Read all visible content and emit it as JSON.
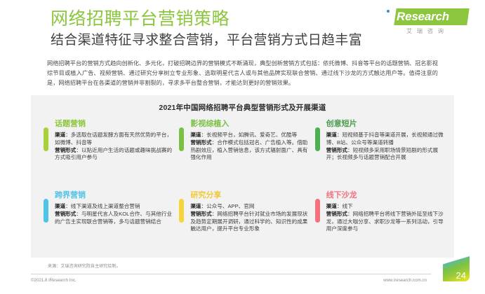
{
  "header": {
    "title": "网络招聘平台营销策略",
    "subtitle": "结合渠道特征寻求整合营销，平台营销方式日趋丰富",
    "title_color": "#8CC63E",
    "subtitle_color": "#3F3F3F"
  },
  "logo": {
    "mark_i": "i",
    "name": "Research",
    "chinese": "艾瑞咨询",
    "brand_color": "#8CC63E",
    "dot_color": "#3E8DC6"
  },
  "intro": {
    "paragraph": "网络招聘平台的营销方式趋向创新化、多元化，打破招聘边界的营销模式不断涌现，典型创新营销方式包括：依托微博、抖音等平台的话题营销、冠名影视综节目或植入广告、视频营销、通过研究分享树立专业形象、选取明星代言人或与其他品牌实现联合营销、通过线下沙龙的方式触达用户等。值得注意的是，网络招聘平台在各渠道的营销并非割裂的，寻求多平台整合营销，才能达到更好的营销效果。"
  },
  "chart_data": {
    "type": "table",
    "title": "2021年中国网络招聘平台典型营销形式及开展渠道",
    "categories": [
      "话题营销",
      "影视综植入",
      "创意短片",
      "跨界营销",
      "研究分享",
      "线下沙龙"
    ],
    "columns": [
      "渠道",
      "营销形式"
    ],
    "rows": [
      {
        "name": "话题营销",
        "accent": "#A8D037",
        "title_color": "#8CC63E",
        "channel_label": "渠道",
        "channel": "多选取在话题发酵方面有天然优势的平台，如微博、抖音等",
        "form_label": "营销形式",
        "form": "以贴近用户生活的话题或趣味挑战赛的方式吸引用户参与"
      },
      {
        "name": "影视综植入",
        "accent": "#7BC043",
        "title_color": "#7BC043",
        "channel_label": "渠道",
        "channel": "长视频平台，如腾讯、爱奇艺、优酷等",
        "form_label": "营销形式",
        "form": "合作模式包括冠名、广告植入等。借助热剧效应，植入营销信息，该方式辐射面广、具有强化作用"
      },
      {
        "name": "创意短片",
        "accent": "#4CAF50",
        "title_color": "#4A9C4E",
        "channel_label": "渠道",
        "channel": "短视频基于抖音等渠道开展，长视频通过微博、B站、公众号等渠道转播",
        "form_label": "营销形式",
        "form": "短视频多采用职场情景短剧的形式展开；长视频多与话题营销配合开展"
      },
      {
        "name": "跨界营销",
        "accent": "#4FC3E8",
        "title_color": "#4FC3E8",
        "channel_label": "渠道",
        "channel": "线下渠道及线上渠道整合营销",
        "form_label": "营销形式",
        "form": "与明星代言人及KOL合作、与其他行业的广告主实现联合营销等，多与话题营销结合"
      },
      {
        "name": "研究分享",
        "accent": "#F7D33C",
        "title_color": "#EFC93B",
        "channel_label": "渠道",
        "channel": "公众号、APP、官网",
        "form_label": "营销形式",
        "form": "网络招聘平台针对就业市场的发展现状及趋势定期展开调研，通过科学的、知识性的成果触达用户，提升平台专业形象"
      },
      {
        "name": "线下沙龙",
        "accent": "#F4707E",
        "title_color": "#F4707E",
        "channel_label": "渠道",
        "channel": "线下",
        "form_label": "营销形式",
        "form": "网络招聘平台将线下营销外延至线下沙龙，通过大咖分享、求职沙龙等一系列活动，引导用户深度参与"
      }
    ]
  },
  "footer": {
    "source": "来源：艾瑞咨询研究院自主研究绘制。",
    "copyright": "©2021.8 iResearch Inc.",
    "website": "www.iresearch.com.cn",
    "page_number": "24"
  }
}
